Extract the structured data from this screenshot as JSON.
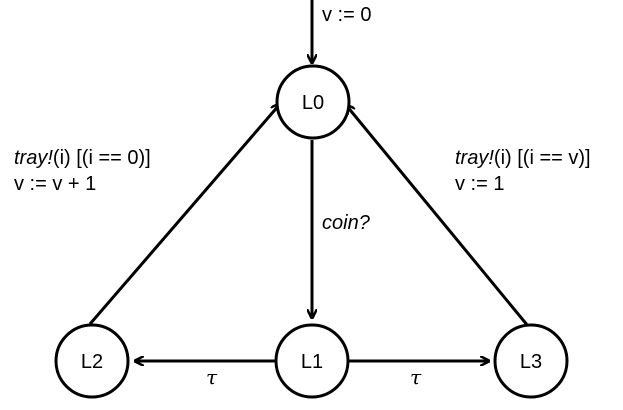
{
  "diagram": {
    "initial_update": "v := 0",
    "states": {
      "l0": "L0",
      "l1": "L1",
      "l2": "L2",
      "l3": "L3"
    },
    "edges": {
      "l0_to_l1": {
        "sync": "coin?"
      },
      "l2_to_l0": {
        "channel": "tray!",
        "args": "(i) [(i == 0)]",
        "update": "v := v + 1"
      },
      "l3_to_l0": {
        "channel": "tray!",
        "args": "(i) [(i == v)]",
        "update": "v := 1"
      },
      "l1_to_l2": {
        "label": "τ"
      },
      "l1_to_l3": {
        "label": "τ"
      }
    }
  }
}
